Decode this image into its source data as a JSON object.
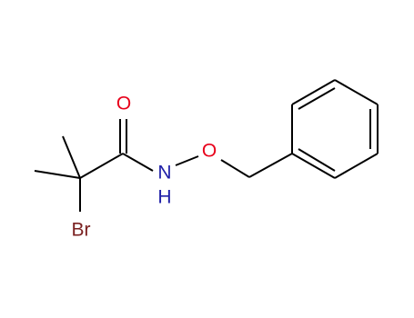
{
  "molecule": {
    "atoms": [
      {
        "id": "O_carbonyl",
        "text": "O",
        "color": "#e8001a"
      },
      {
        "id": "N_amide",
        "text": "N",
        "color": "#2020a8"
      },
      {
        "id": "H_amide",
        "text": "H",
        "color": "#2020a8"
      },
      {
        "id": "O_ether",
        "text": "O",
        "color": "#e8001a"
      },
      {
        "id": "Br",
        "text": "Br",
        "color": "#7a2020"
      }
    ],
    "colors": {
      "bond": "#000000",
      "oxygen": "#e8001a",
      "nitrogen": "#2020a8",
      "bromine": "#7a2020",
      "background": "#ffffff"
    }
  }
}
